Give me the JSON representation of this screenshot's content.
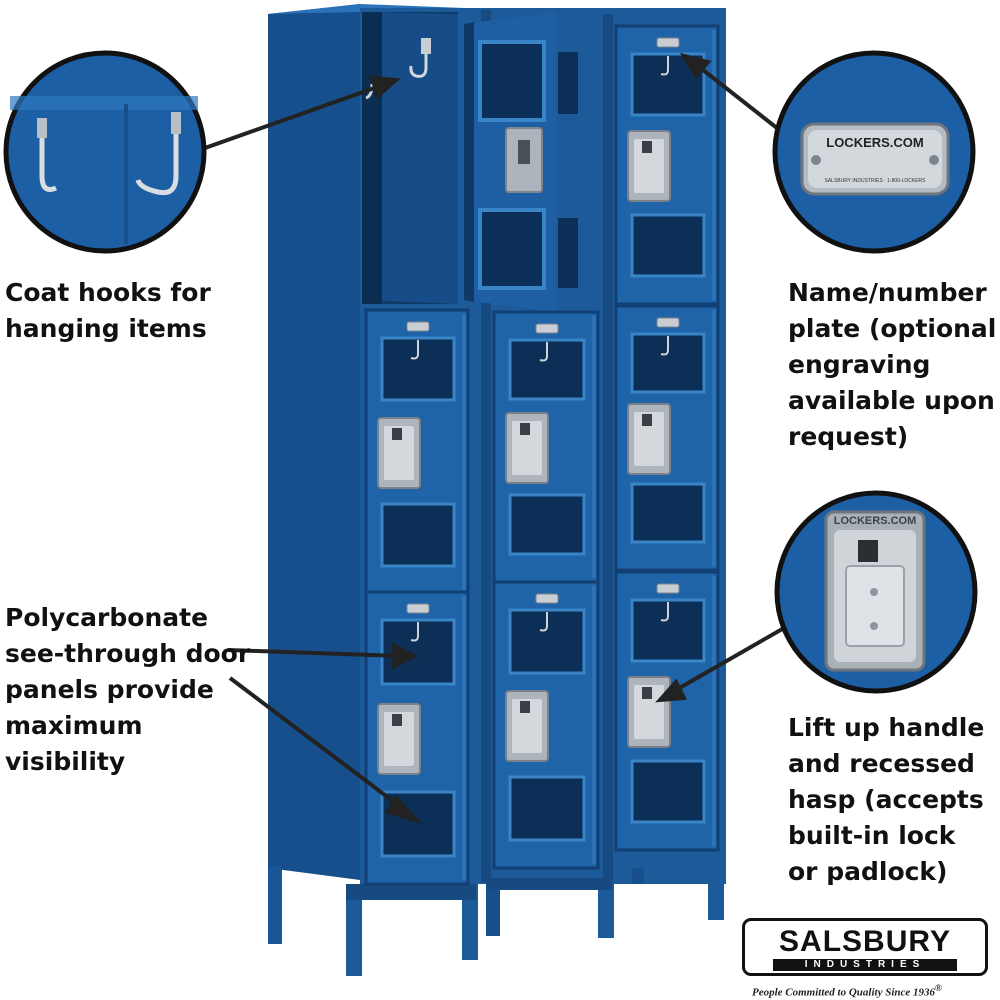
{
  "captions": {
    "coat_hooks": "Coat hooks for\nhanging items",
    "name_plate": "Name/number\nplate (optional\nengraving\navailable upon\nrequest)",
    "polycarbonate": "Polycarbonate\nsee-through door\npanels provide\nmaximum\nvisibility",
    "handle": "Lift up handle\nand recessed\nhasp (accepts\nbuilt-in lock\nor padlock)"
  },
  "detail_labels": {
    "plate_brand": "LOCKERS.COM",
    "plate_small": "SALSBURY INDUSTRIES · 1-800-LOCKERS",
    "handle_brand": "LOCKERS.COM"
  },
  "logo": {
    "name": "SALSBURY",
    "sub": "INDUSTRIES",
    "tagline": "People Committed to Quality Since 1936",
    "trademark": "®"
  },
  "colors": {
    "locker_blue": "#1f63a8",
    "locker_dark": "#123f74",
    "locker_light": "#3a84c8",
    "window": "#0c2f57",
    "steel": "#c9ced4"
  }
}
